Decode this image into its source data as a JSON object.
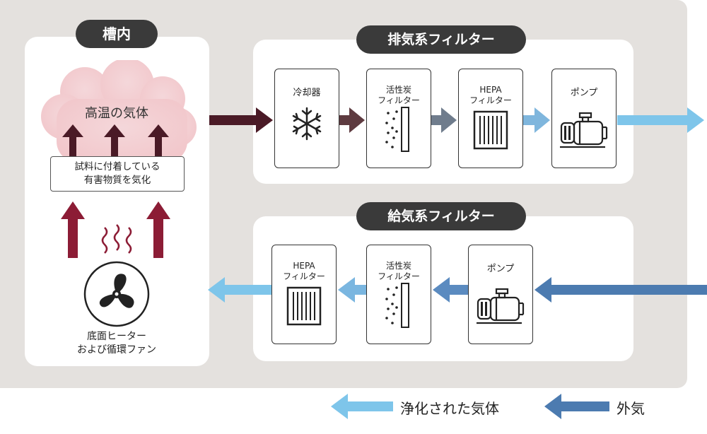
{
  "chamber": {
    "title": "槽内",
    "cloud_label": "高温の気体",
    "vaporize_label": "試料に付着している\n有害物質を気化",
    "heater_label": "底面ヒーター\nおよび循環ファン"
  },
  "exhaust": {
    "title": "排気系フィルター",
    "units": [
      {
        "label": "冷却器",
        "icon": "snowflake-icon"
      },
      {
        "label": "活性炭\nフィルター",
        "icon": "activated-carbon-icon"
      },
      {
        "label": "HEPA\nフィルター",
        "icon": "hepa-filter-icon"
      },
      {
        "label": "ポンプ",
        "icon": "pump-icon"
      }
    ]
  },
  "supply": {
    "title": "給気系フィルター",
    "units": [
      {
        "label": "HEPA\nフィルター",
        "icon": "hepa-filter-icon"
      },
      {
        "label": "活性炭\nフィルター",
        "icon": "activated-carbon-icon"
      },
      {
        "label": "ポンプ",
        "icon": "pump-icon"
      }
    ]
  },
  "legend": {
    "purified": "浄化された気体",
    "outside_air": "外気"
  },
  "colors": {
    "dark_maroon": "#4a1a26",
    "maroon": "#8c1c35",
    "brown": "#5e3b40",
    "slate": "#6f7c8c",
    "light_blue": "#7fb6dd",
    "sky_blue": "#7ec5ea",
    "steel_blue": "#4c7bb0",
    "panel_grey": "#e4e1de",
    "pill_dark": "#3a3a3a"
  }
}
